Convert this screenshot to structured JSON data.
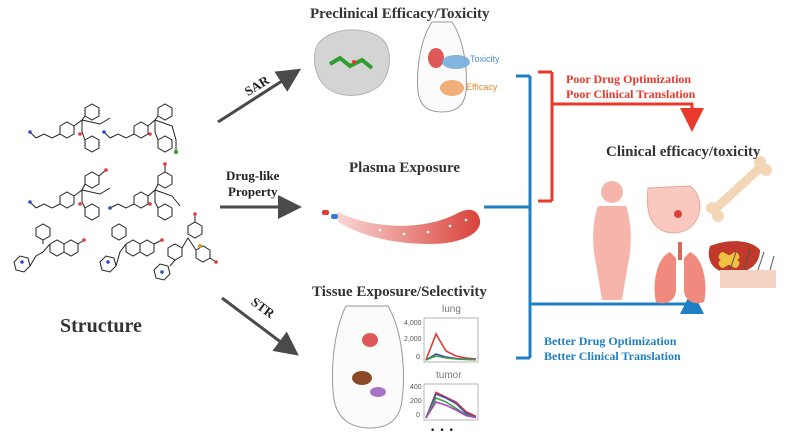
{
  "labels": {
    "preclinical": "Preclinical Efficacy/Toxicity",
    "plasma": "Plasma Exposure",
    "tissue": "Tissue Exposure/Selectivity",
    "clinical": "Clinical efficacy/toxicity",
    "structure": "Structure",
    "sar": "SAR",
    "drug_like_1": "Drug-like",
    "drug_like_2": "Property",
    "str": "STR",
    "poor_1": "Poor Drug Optimization",
    "poor_2": "Poor Clinical Translation",
    "better_1": "Better Drug Optimization",
    "better_2": "Better Clinical Translation",
    "toxicity": "Toxicity",
    "efficacy": "Efficacy",
    "lung": "lung",
    "tumor": "tumor",
    "ellipsis": "· · ·"
  },
  "lung_plot": {
    "y_ticks": [
      "4,000",
      "2,000",
      "0"
    ],
    "series": [
      {
        "color": "#e53935",
        "values": [
          0,
          2600,
          900,
          400,
          200,
          100
        ]
      },
      {
        "color": "#3f51b5",
        "values": [
          0,
          600,
          300,
          150,
          80,
          40
        ]
      },
      {
        "color": "#43a047",
        "values": [
          0,
          400,
          200,
          100,
          50,
          20
        ]
      }
    ],
    "ymax": 4000
  },
  "tumor_plot": {
    "y_ticks": [
      "400",
      "200",
      "0"
    ],
    "series": [
      {
        "color": "#e53935",
        "values": [
          0,
          320,
          260,
          200,
          80,
          20
        ]
      },
      {
        "color": "#3f51b5",
        "values": [
          0,
          300,
          250,
          180,
          60,
          10
        ]
      },
      {
        "color": "#43a047",
        "values": [
          0,
          250,
          200,
          120,
          40,
          5
        ]
      },
      {
        "color": "#ab47bc",
        "values": [
          0,
          200,
          160,
          100,
          30,
          5
        ]
      }
    ],
    "ymax": 400
  },
  "colors": {
    "red": "#e8392a",
    "blue": "#1f7ec4",
    "arrow": "#4a4a4a",
    "organ": "#f4a59a"
  }
}
